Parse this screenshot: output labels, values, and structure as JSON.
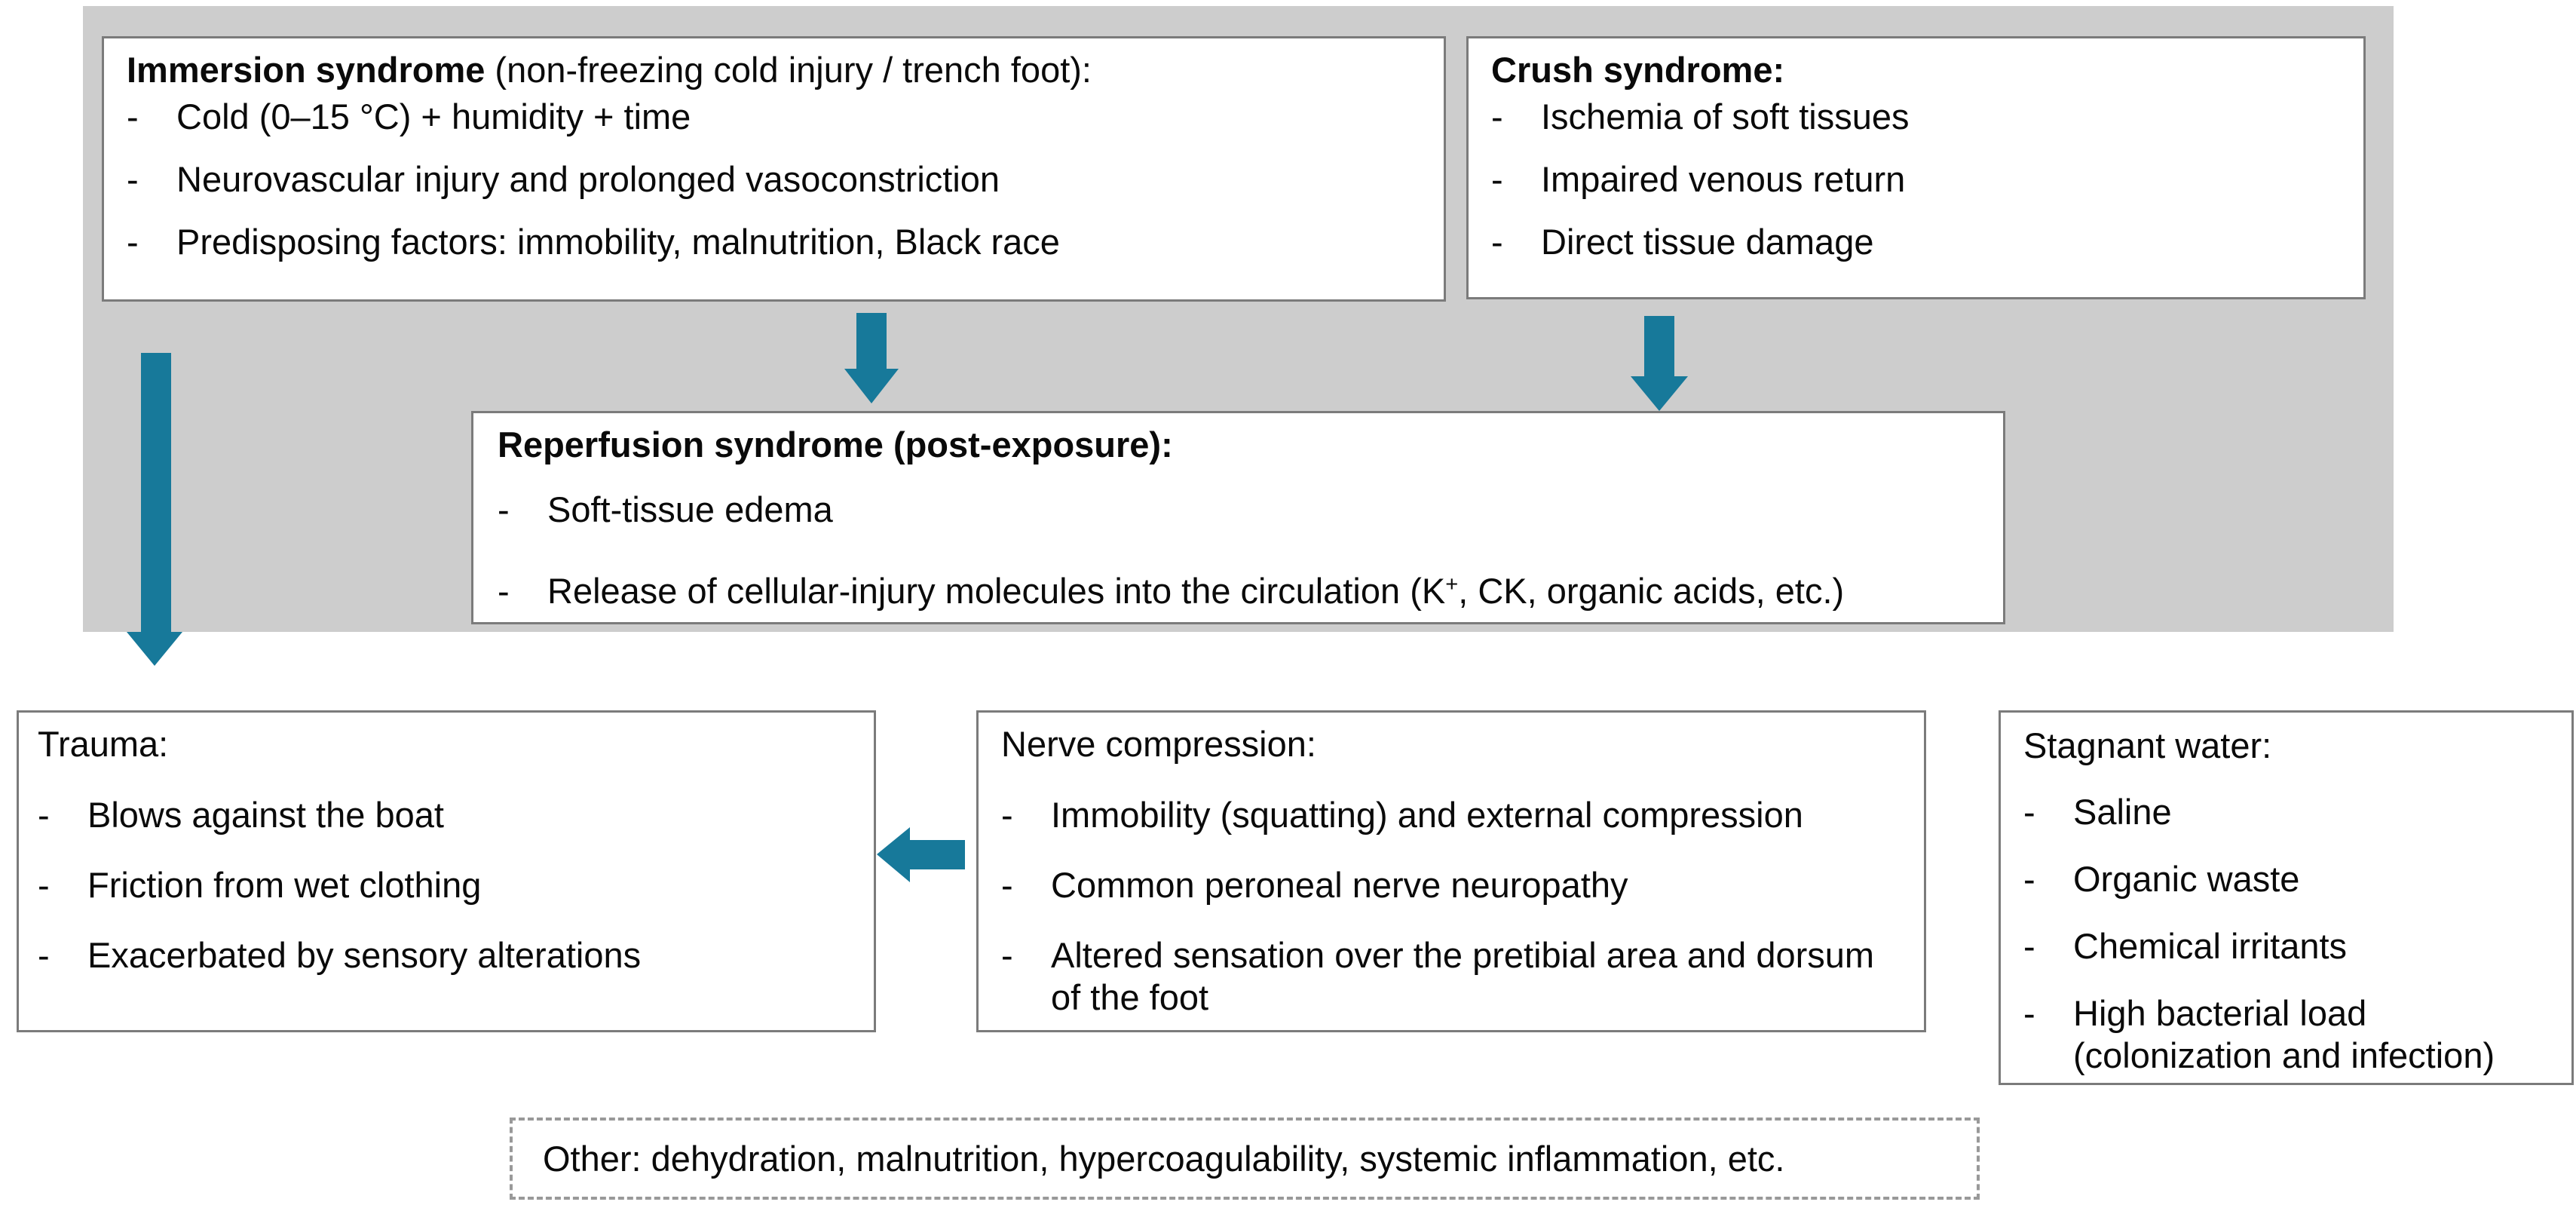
{
  "colors": {
    "arrow_teal": "#17799a",
    "panel_gray": "#cdcdcd",
    "box_border_gray": "#7b7b7b",
    "dashed_border_gray": "#999999",
    "text_black": "#0a0a0a"
  },
  "boxes": {
    "immersion": {
      "title_bold": "Immersion syndrome",
      "title_rest": " (non-freezing cold injury / trench foot):",
      "dash": "-",
      "bullets": [
        "Cold (0–15 °C) + humidity + time",
        "Neurovascular injury and prolonged vasoconstriction",
        "Predisposing factors: immobility, malnutrition, Black race"
      ]
    },
    "crush": {
      "title_bold": "Crush syndrome:",
      "dash": "-",
      "bullets": [
        "Ischemia of soft tissues",
        "Impaired venous return",
        "Direct tissue damage"
      ]
    },
    "reperfusion": {
      "title_bold": "Reperfusion syndrome (post-exposure):",
      "dash": "-",
      "bullet_1": "Soft-tissue edema",
      "bullet_2_pre": "Release of cellular-injury molecules into the circulation (K",
      "bullet_2_sup": "+",
      "bullet_2_post": ", CK, organic acids, etc.)"
    },
    "trauma": {
      "title": "Trauma:",
      "dash": "-",
      "bullets": [
        "Blows against the boat",
        "Friction from wet clothing",
        "Exacerbated by sensory alterations"
      ]
    },
    "nerve": {
      "title": "Nerve compression:",
      "dash": "-",
      "bullets": [
        "Immobility (squatting) and external compression",
        "Common peroneal nerve neuropathy",
        "Altered sensation over the pretibial area and dorsum of the foot"
      ]
    },
    "stagnant": {
      "title": "Stagnant water:",
      "dash": "-",
      "bullets": [
        "Saline",
        "Organic waste",
        "Chemical irritants",
        "High bacterial load (colonization and infection)"
      ]
    },
    "other": {
      "text": "Other: dehydration, malnutrition, hypercoagulability, systemic inflammation, etc."
    }
  },
  "arrows": [
    {
      "name": "immersion-to-reperfusion",
      "direction": "down"
    },
    {
      "name": "crush-to-reperfusion",
      "direction": "down"
    },
    {
      "name": "panel-to-trauma",
      "direction": "down"
    },
    {
      "name": "nerve-to-trauma",
      "direction": "left"
    }
  ]
}
